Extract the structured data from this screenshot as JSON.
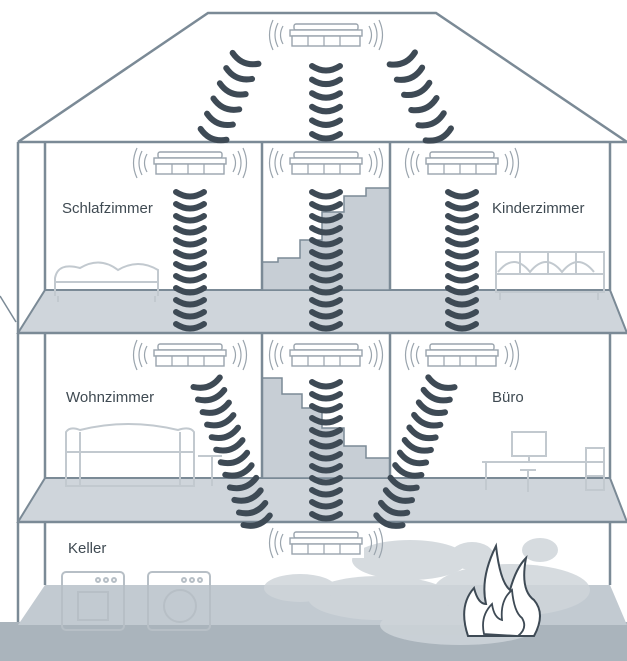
{
  "rooms": {
    "schlafzimmer": "Schlafzimmer",
    "kinderzimmer": "Kinderzimmer",
    "wohnzimmer": "Wohnzimmer",
    "buero": "Büro",
    "keller": "Keller"
  },
  "colors": {
    "outline": "#7b8a96",
    "floor": "#cfd5db",
    "stairs": "#c7ced5",
    "wave": "#3e4a55",
    "detector": "#9aa4ad",
    "smoke": "#cfd5da",
    "furniture": "#c9cfd4"
  },
  "icons": [
    "smoke-detector-icon",
    "radio-wave-icon",
    "fire-icon",
    "bed-icon",
    "sofa-icon",
    "desk-icon",
    "washing-machine-icon",
    "dryer-icon"
  ]
}
